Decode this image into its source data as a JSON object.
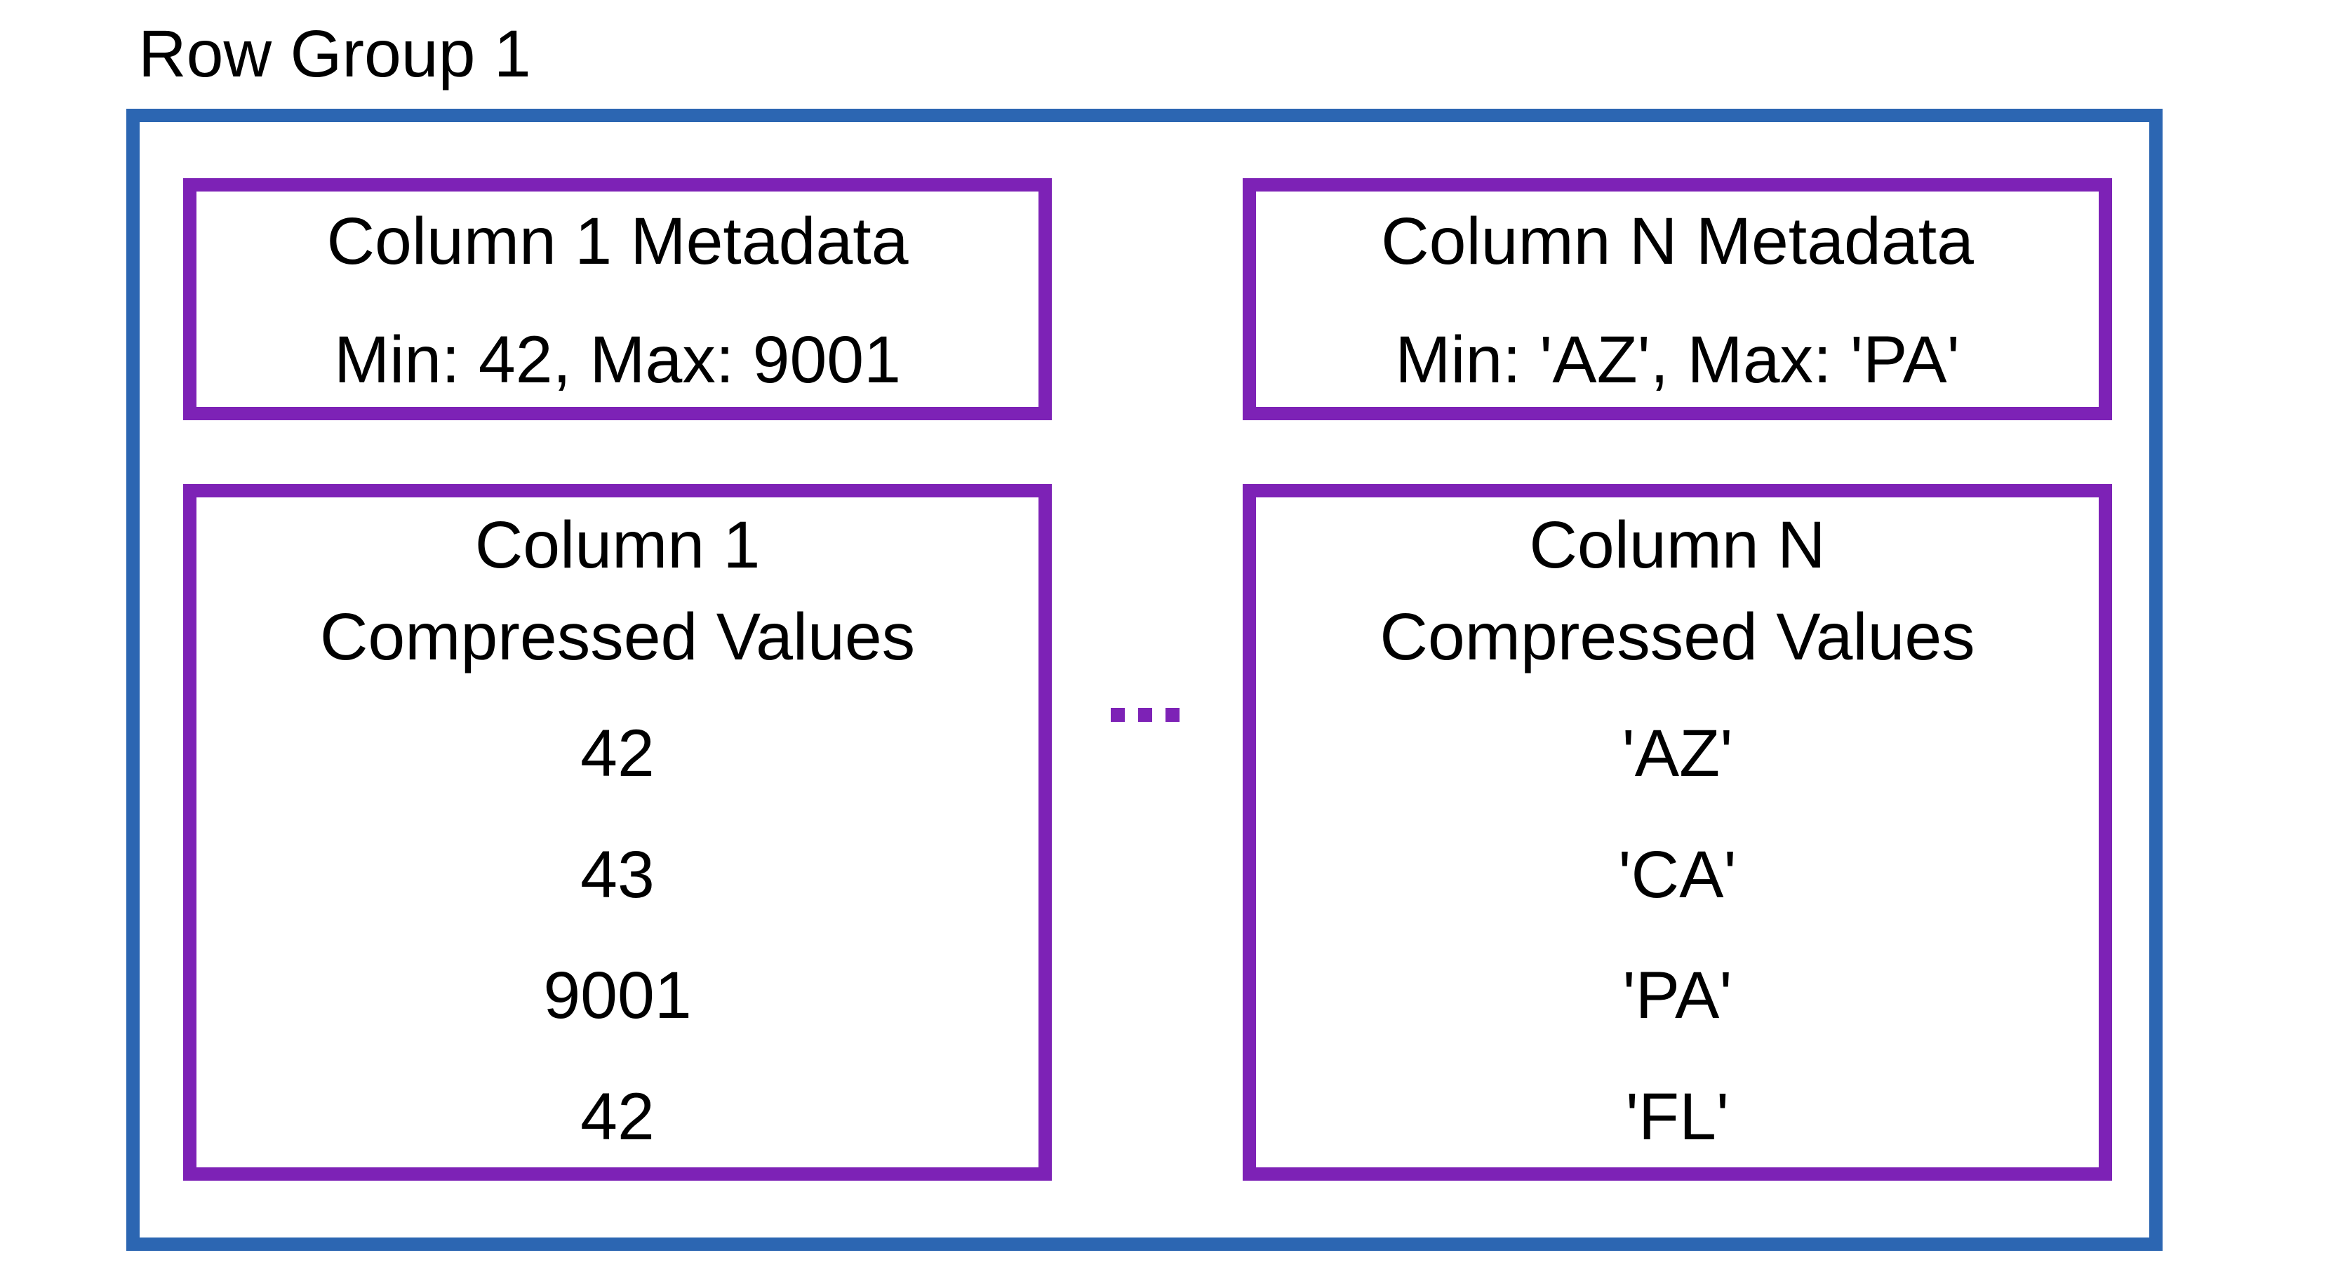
{
  "diagram": {
    "title": "Row Group 1",
    "ellipsis": "...",
    "colors": {
      "row_group_border": "#2c66b2",
      "column_box_border": "#7d22b6",
      "text": "#000000",
      "background": "#ffffff"
    },
    "columns": [
      {
        "metadata": {
          "title": "Column 1 Metadata",
          "range": "Min: 42, Max: 9001"
        },
        "values": {
          "title_line1": "Column 1",
          "title_line2": "Compressed Values",
          "items": [
            "42",
            "43",
            "9001",
            "42"
          ]
        }
      },
      {
        "metadata": {
          "title": "Column N Metadata",
          "range": "Min: 'AZ', Max: 'PA'"
        },
        "values": {
          "title_line1": "Column N",
          "title_line2": "Compressed Values",
          "items": [
            "'AZ'",
            "'CA'",
            "'PA'",
            "'FL'"
          ]
        }
      }
    ]
  }
}
